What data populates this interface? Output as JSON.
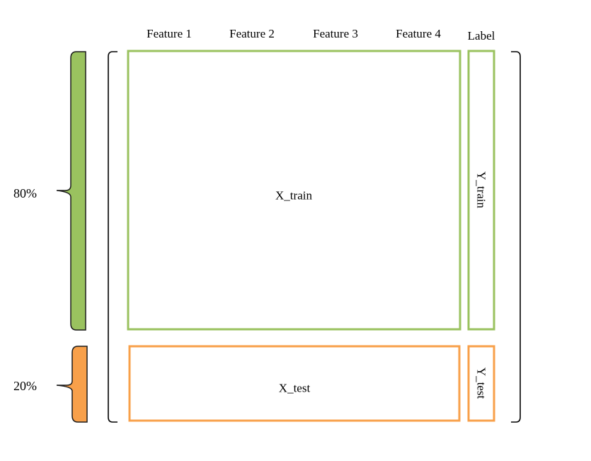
{
  "columns": {
    "features": [
      "Feature 1",
      "Feature 2",
      "Feature 3",
      "Feature 4"
    ],
    "label": "Label"
  },
  "train": {
    "matrix_label": "X_train",
    "vector_label": "Y_train",
    "percent": "80%",
    "color": "#9ac25f"
  },
  "test": {
    "matrix_label": "X_test",
    "vector_label": "Y_test",
    "percent": "20%",
    "color": "#f8a04a"
  }
}
